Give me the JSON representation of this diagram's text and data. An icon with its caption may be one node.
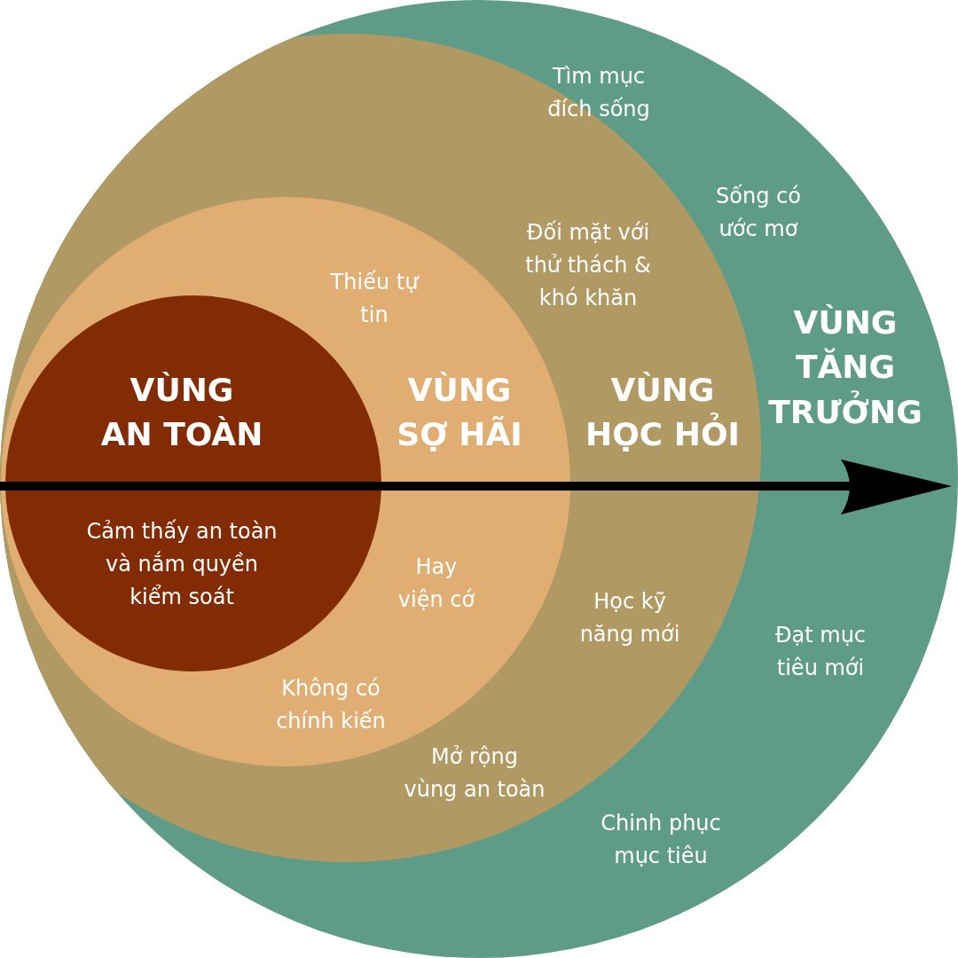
{
  "diagram": {
    "nodes": [
      {
        "text": [
          "VÙNG TĂNG TRƯỞNG",
          "Đạt mục tiêu mới"
        ]
      },
      {
        "text": [
          "Đối mặt với thử thách & khó khăn",
          "VÙNG HỌC HỎI",
          "Học kỹ năng mới",
          "Mở rộng vùng an toàn"
        ],
        "in": 0
      },
      {
        "text": [
          "VÙNG SỢ HÃI",
          "Hay viện cớ",
          "Không có chính kiến"
        ],
        "in": 1
      },
      {
        "text": [
          "VÙNG AN TOÀN",
          "Cảm thấy an toàn và nắm quyền kiểm soát"
        ],
        "in": 2
      }
    ],
    "labels": [
      "Tìm mục đích sống",
      "Sống có ước mơ",
      "Thiếu tự tin",
      "Chinh phục mục tiêu"
    ]
  }
}
